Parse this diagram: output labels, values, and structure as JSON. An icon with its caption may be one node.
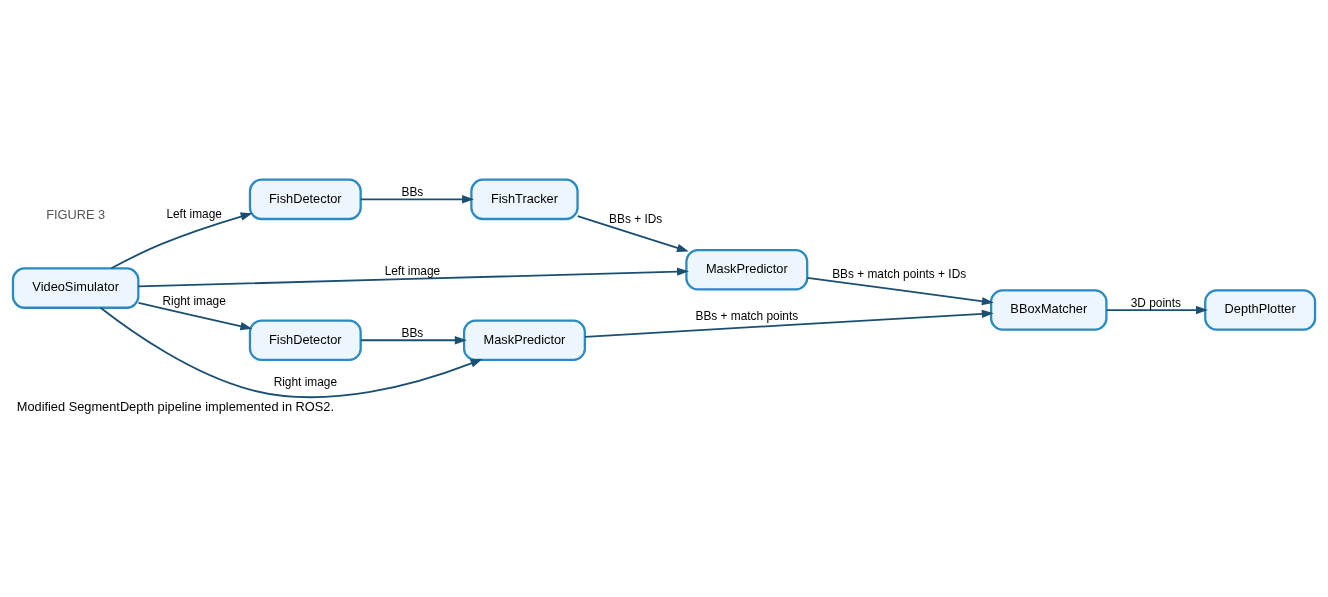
{
  "diagram": {
    "caption": "Modified SegmentDepth pipeline implemented in ROS2.",
    "nodes": [
      {
        "text": [
          "VideoSimulator"
        ]
      },
      {
        "text": [
          "FishTracker"
        ]
      },
      {
        "text": [
          "FishDetector"
        ]
      },
      {
        "text": [
          "MaskPredictor"
        ]
      },
      {
        "text": [
          "BBoxMatcher"
        ]
      },
      {
        "text": [
          "FishDetector"
        ]
      },
      {
        "text": [
          "MaskPredictor"
        ]
      },
      {
        "text": [
          "DepthPlotter"
        ]
      }
    ],
    "edges": [
      {
        "from": 0,
        "to": 3,
        "arrow": "to",
        "label": "Left image"
      },
      {
        "from": 0,
        "to": 2,
        "arrow": "to",
        "label": "Left image"
      },
      {
        "from": 2,
        "to": 1,
        "arrow": "to",
        "label": "BBs"
      },
      {
        "from": 1,
        "to": 3,
        "arrow": "to",
        "label": "BBs + IDs"
      },
      {
        "from": 3,
        "to": 4,
        "arrow": "to",
        "label": "BBs + match points + IDs"
      },
      {
        "from": 0,
        "to": 5,
        "arrow": "to",
        "label": "Right image"
      },
      {
        "from": 5,
        "to": 6,
        "arrow": "to",
        "label": "BBs"
      },
      {
        "from": 0,
        "to": 6,
        "arrow": "to",
        "label": "Right image"
      },
      {
        "from": 6,
        "to": 4,
        "arrow": "to",
        "label": "BBs + match points"
      },
      {
        "from": 4,
        "to": 7,
        "arrow": "to",
        "label": "3D points"
      }
    ],
    "labels": [
      "FIGURE 3"
    ]
  }
}
